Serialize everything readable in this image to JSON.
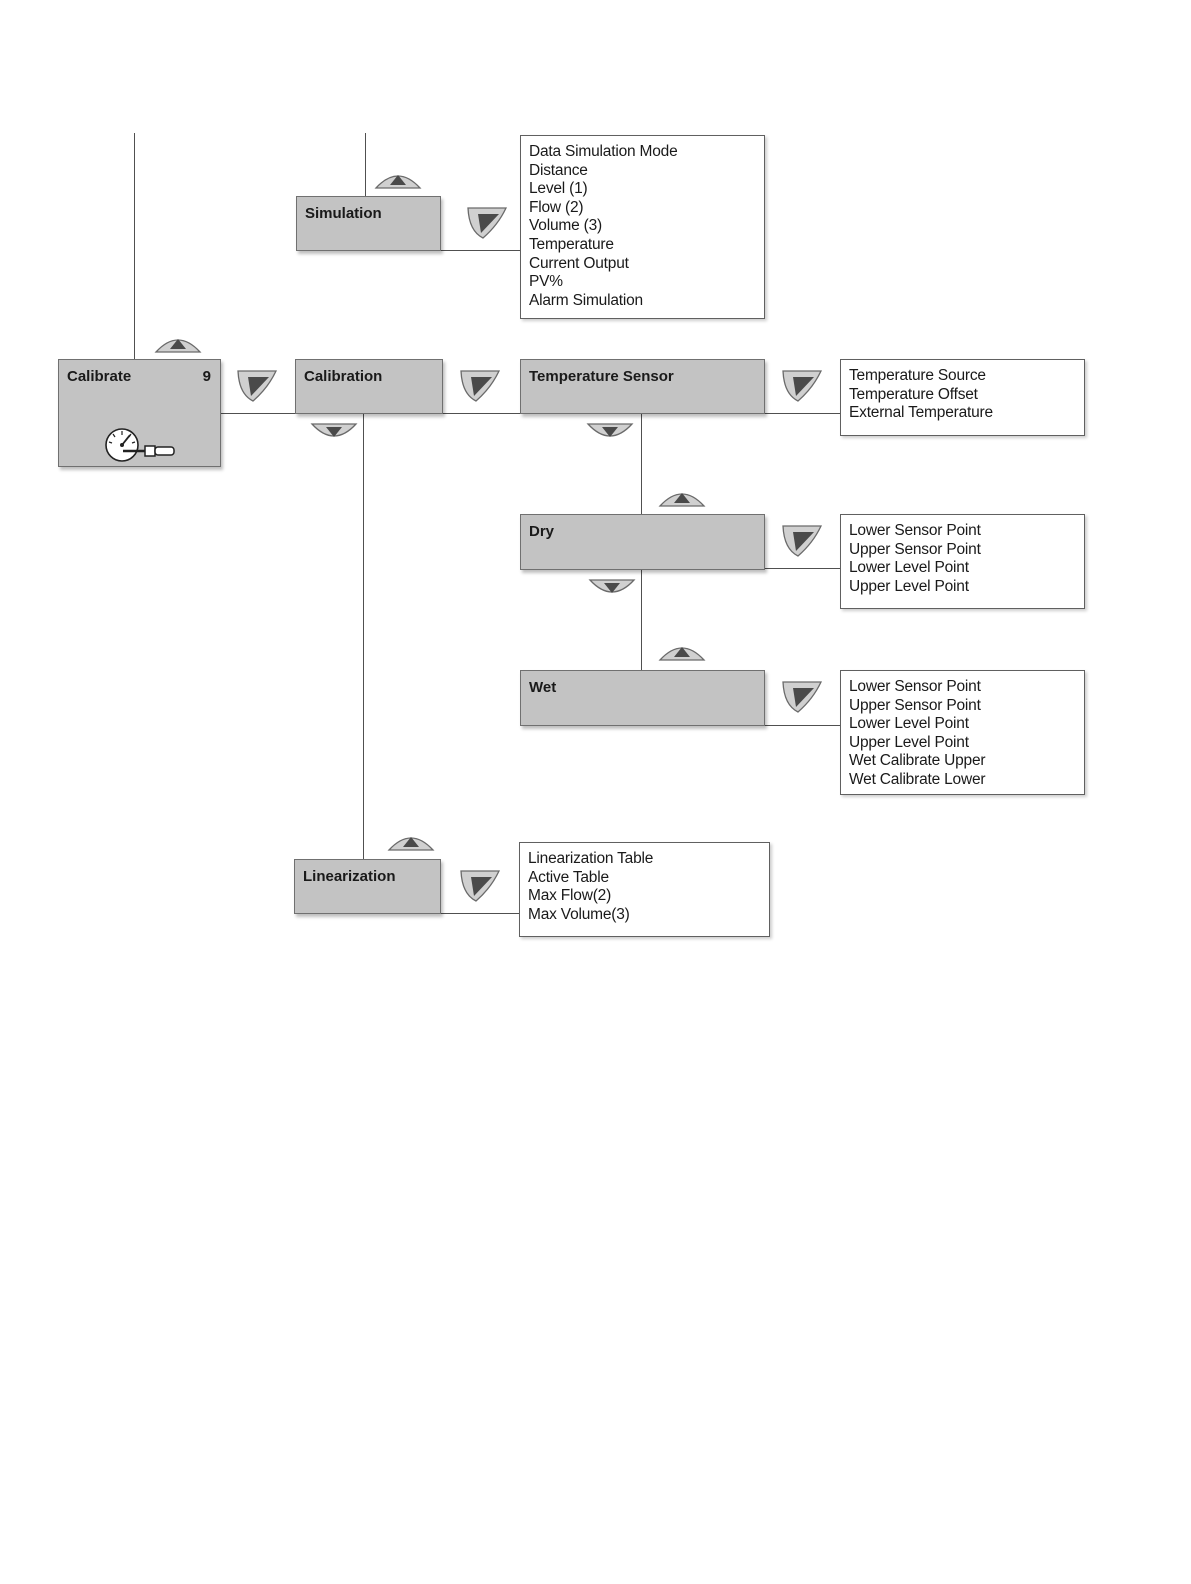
{
  "calibrate": {
    "title": "Calibrate",
    "number": "9",
    "icon": "gauge-screwdriver-icon"
  },
  "simulation": {
    "title": "Simulation",
    "items": [
      "Data Simulation Mode",
      "Distance",
      "Level (1)",
      "Flow (2)",
      "Volume (3)",
      "Temperature",
      "Current Output",
      "PV%",
      "Alarm Simulation"
    ]
  },
  "calibration": {
    "title": "Calibration"
  },
  "temperature_sensor": {
    "title": "Temperature Sensor",
    "items": [
      "Temperature Source",
      "Temperature Offset",
      "External Temperature"
    ]
  },
  "dry": {
    "title": "Dry",
    "items": [
      "Lower Sensor Point",
      "Upper Sensor Point",
      "Lower Level Point",
      "Upper Level Point"
    ]
  },
  "wet": {
    "title": "Wet",
    "items": [
      "Lower Sensor Point",
      "Upper Sensor Point",
      "Lower Level Point",
      "Upper Level Point",
      "Wet Calibrate Upper",
      "Wet Calibrate Lower"
    ]
  },
  "linearization": {
    "title": "Linearization",
    "items": [
      "Linearization Table",
      "Active Table",
      "Max Flow(2)",
      "Max Volume(3)"
    ]
  },
  "colors": {
    "menu_fill": "#c3c3c3",
    "button_fill": "#d0d0d0",
    "arrow": "#4a4a4a",
    "line": "#505050"
  }
}
